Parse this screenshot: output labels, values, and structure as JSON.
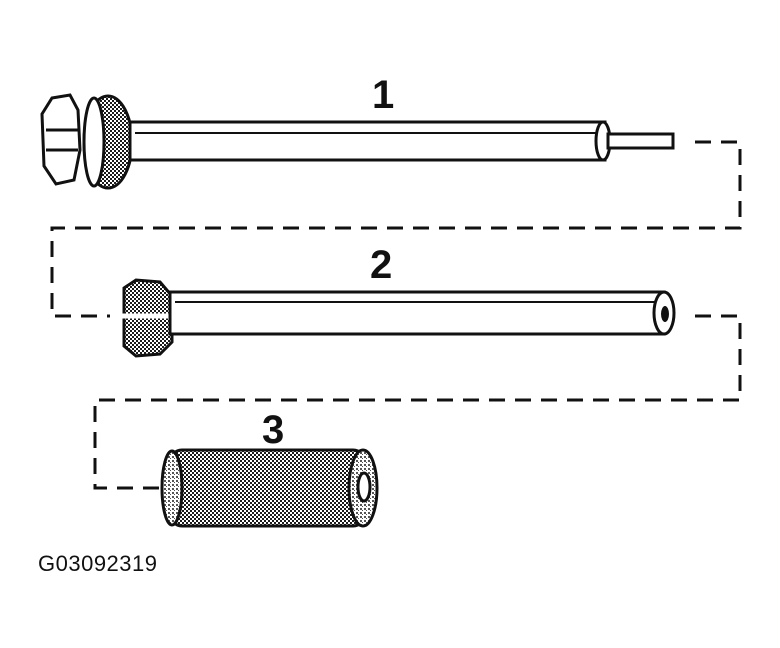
{
  "callouts": {
    "part_1": "1",
    "part_2": "2",
    "part_3": "3"
  },
  "figure_id": "G03092319",
  "colors": {
    "ink": "#111111",
    "paper": "#ffffff",
    "shade": "#8a8a8a"
  }
}
